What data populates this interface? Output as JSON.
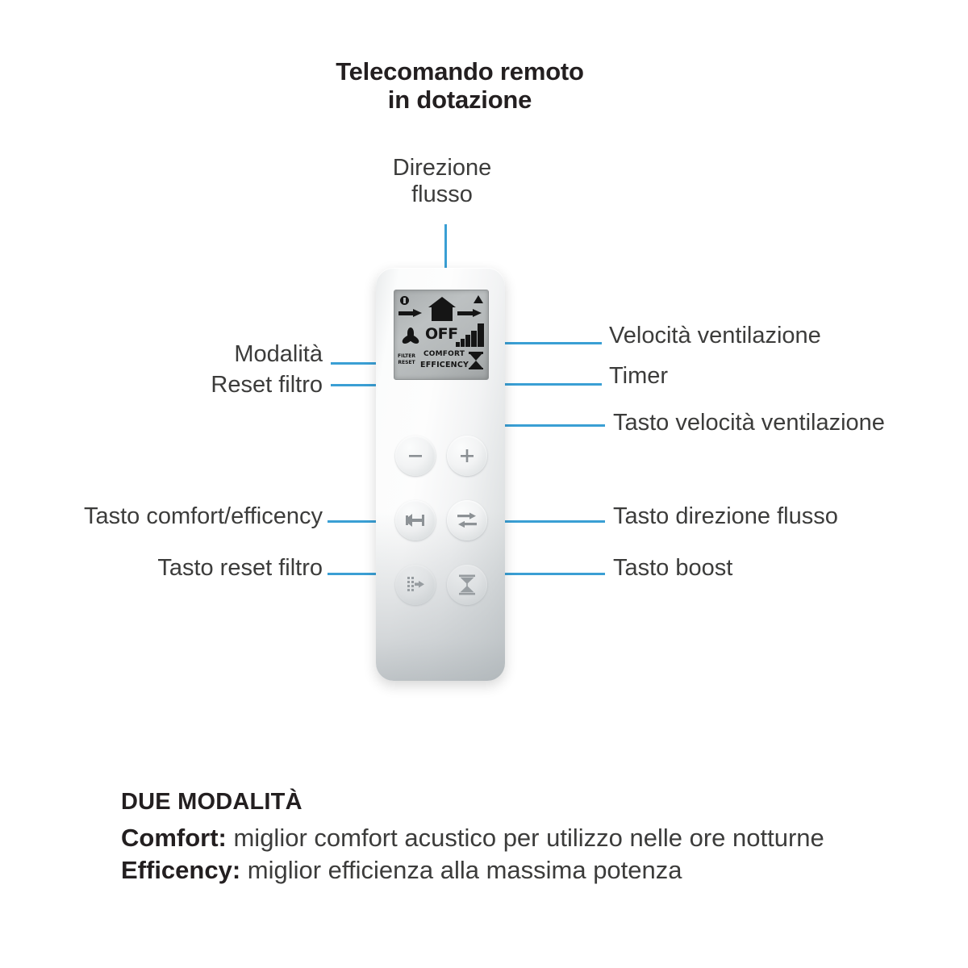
{
  "title": "Telecomando remoto\nin dotazione",
  "callouts": {
    "direzione_flusso": "Direzione\nflusso",
    "modalita": "Modalità",
    "reset_filtro": "Reset filtro",
    "velocita_ventilazione": "Velocità ventilazione",
    "timer": "Timer",
    "tasto_velocita_ventilazione": "Tasto velocità ventilazione",
    "tasto_comfort_efficency": "Tasto comfort/efficency",
    "tasto_direzione_flusso": "Tasto direzione flusso",
    "tasto_reset_filtro": "Tasto reset filtro",
    "tasto_boost": "Tasto boost"
  },
  "remote": {
    "lcd": {
      "off_text": "OFF",
      "comfort_text": "COMFORT",
      "efficency_text": "EFFICENCY",
      "filter_reset_text": "FILTER\nRESET",
      "icons": [
        "clock-dot-icon",
        "arrow-right-intake-icon",
        "house-icon",
        "arrow-right-exhaust-icon",
        "triangle-up-icon",
        "fan-icon",
        "fan-speed-bars-icon",
        "hourglass-icon"
      ]
    },
    "buttons": [
      {
        "name": "minus-button",
        "glyph": "minus-icon"
      },
      {
        "name": "plus-button",
        "glyph": "plus-icon"
      },
      {
        "name": "comfort-efficency-button",
        "glyph": "comfort-efficency-icon"
      },
      {
        "name": "flow-direction-button",
        "glyph": "two-way-arrows-icon"
      },
      {
        "name": "filter-reset-button",
        "glyph": "filter-reset-icon"
      },
      {
        "name": "boost-button",
        "glyph": "hourglass-icon"
      }
    ]
  },
  "bottom": {
    "heading": "DUE MODALITÀ",
    "modes": [
      {
        "name": "Comfort",
        "separator": ": ",
        "description": "miglior comfort acustico per utilizzo nelle ore notturne"
      },
      {
        "name": "Efficency",
        "separator": ": ",
        "description": "miglior efficienza alla massima potenza"
      }
    ]
  },
  "colors": {
    "connector": "#3a9fd4",
    "text_dark": "#231f20",
    "text_body": "#3c3c3b",
    "background": "#ffffff"
  }
}
